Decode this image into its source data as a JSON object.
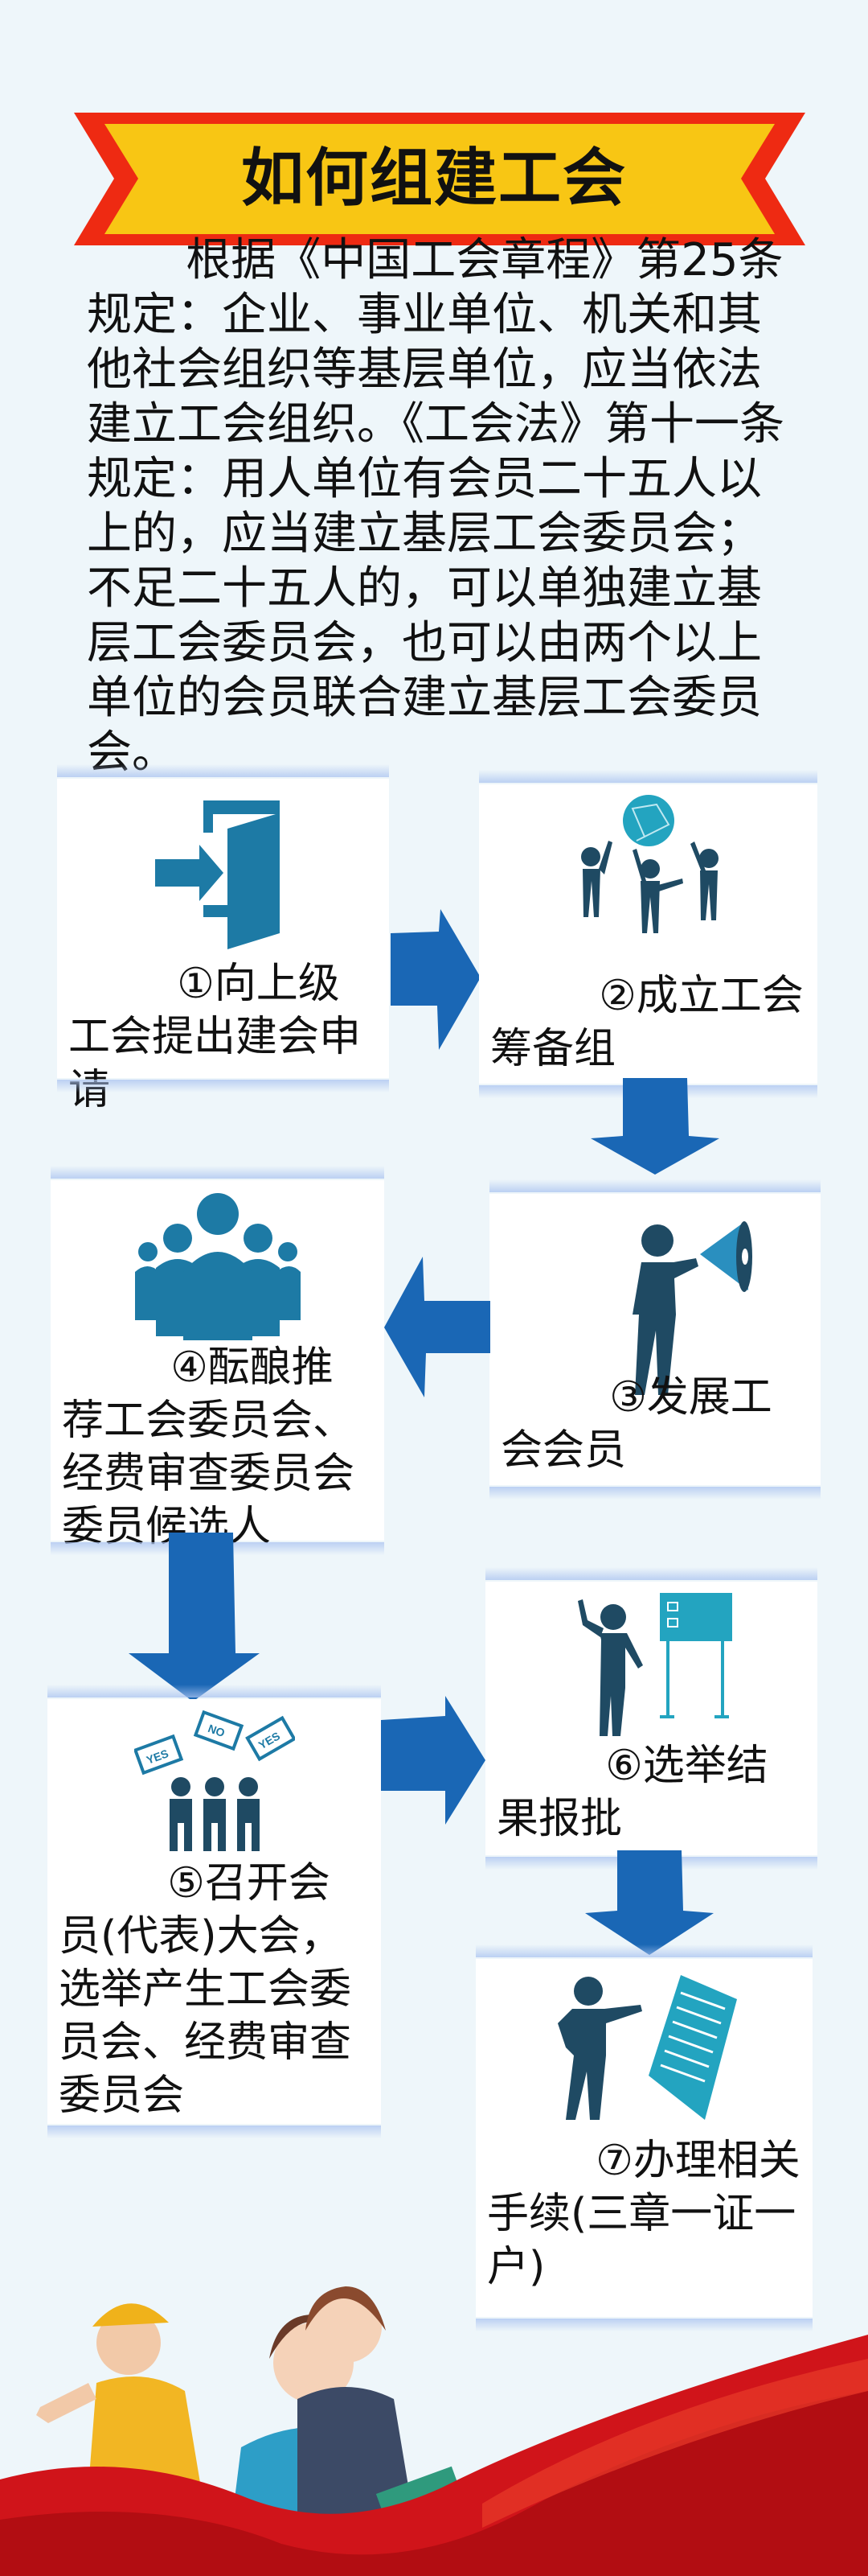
{
  "title": "如何组建工会",
  "intro": "根据《中国工会章程》第25条规定：企业、事业单位、机关和其他社会组织等基层单位，应当依法建立工会组织。《工会法》第十一条规定：用人单位有会员二十五人以上的，应当建立基层工会委员会；不足二十五人的，可以单独建立基层工会委员会，也可以由两个以上单位的会员联合建立基层工会委员会。",
  "steps": [
    {
      "label": "①向上级工会提出建会申请",
      "icon": "door-enter-icon"
    },
    {
      "label": "②成立工会筹备组",
      "icon": "team-globe-icon"
    },
    {
      "label": "③发展工会会员",
      "icon": "megaphone-person-icon"
    },
    {
      "label": "④酝酿推荐工会委员会、经费审查委员会委员候选人",
      "icon": "group-people-icon"
    },
    {
      "label": "⑤召开会员(代表)大会，选举产生工会委员会、经费审查委员会",
      "icon": "voting-people-icon"
    },
    {
      "label": "⑥选举结果报批",
      "icon": "presenter-board-icon"
    },
    {
      "label": "⑦办理相关手续(三章一证一户)",
      "icon": "person-document-icon"
    }
  ],
  "colors": {
    "arrow": "#1a67b5",
    "icon": "#1d7aa5",
    "figure": "#1f4a63",
    "ribbon_red": "#ee2a12",
    "ribbon_yellow": "#f8c614",
    "background": "#eef6fa"
  }
}
